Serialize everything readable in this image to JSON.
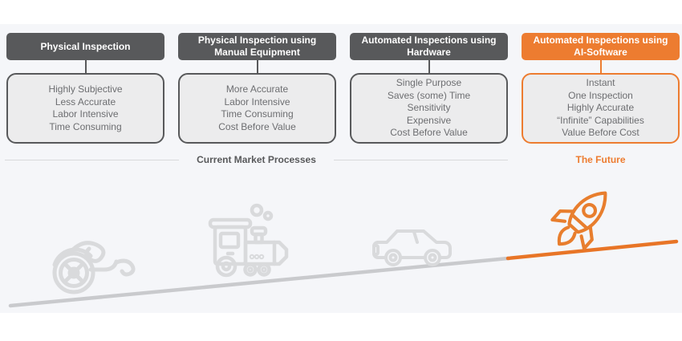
{
  "columns": [
    {
      "header": "Physical Inspection",
      "items": [
        "Highly Subjective",
        "Less Accurate",
        "Labor Intensive",
        "Time Consuming"
      ]
    },
    {
      "header": "Physical Inspection using Manual Equipment",
      "items": [
        "More Accurate",
        "Labor Intensive",
        "Time Consuming",
        "Cost Before Value"
      ]
    },
    {
      "header": "Automated Inspections using Hardware",
      "items": [
        "Single Purpose",
        "Saves (some) Time",
        "Sensitivity",
        "Expensive",
        "Cost Before Value"
      ]
    },
    {
      "header": "Automated Inspections using AI-Software",
      "items": [
        "Instant",
        "One Inspection",
        "Highly Accurate",
        "“Infinite” Capabilities",
        "Value Before Cost"
      ]
    }
  ],
  "labels": {
    "current_market": "Current Market Processes",
    "future": "The Future"
  },
  "icons": {
    "stage1": "carriage-icon",
    "stage2": "locomotive-icon",
    "stage3": "car-icon",
    "stage4": "rocket-icon"
  },
  "colors": {
    "accent_orange": "#ED7C30",
    "header_dark": "#58595B",
    "box_fill": "#ECECED",
    "box_text": "#6D6E71",
    "divider_gray": "#D9DADB",
    "band_background": "#F5F6F9",
    "timeline_gray": "#C9CACD",
    "vehicle_gray": "#D9DADC"
  }
}
